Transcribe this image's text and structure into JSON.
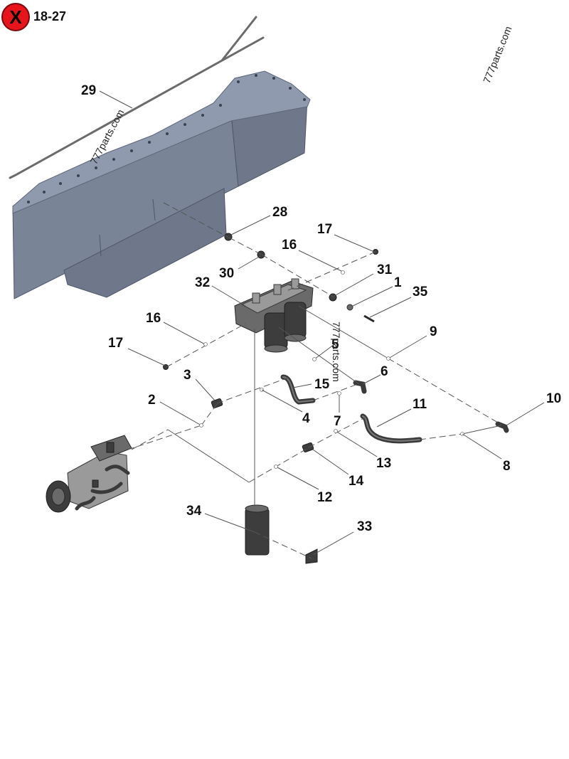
{
  "header": {
    "close_glyph": "X",
    "page_ref": "18-27"
  },
  "watermark": {
    "text": "777parts.com"
  },
  "callouts": {
    "c1": "1",
    "c2": "2",
    "c3": "3",
    "c4": "4",
    "c5": "5",
    "c6": "6",
    "c7": "7",
    "c8": "8",
    "c9": "9",
    "c10": "10",
    "c11": "11",
    "c12": "12",
    "c13": "13",
    "c14": "14",
    "c15": "15",
    "c16a": "16",
    "c16b": "16",
    "c17a": "17",
    "c17b": "17",
    "c28": "28",
    "c29": "29",
    "c30": "30",
    "c31": "31",
    "c32": "32",
    "c33": "33",
    "c34": "34",
    "c35": "35"
  },
  "colors": {
    "close_badge": "#e8141b",
    "tank": "#7a8497",
    "parts": "#3d3d3d"
  }
}
